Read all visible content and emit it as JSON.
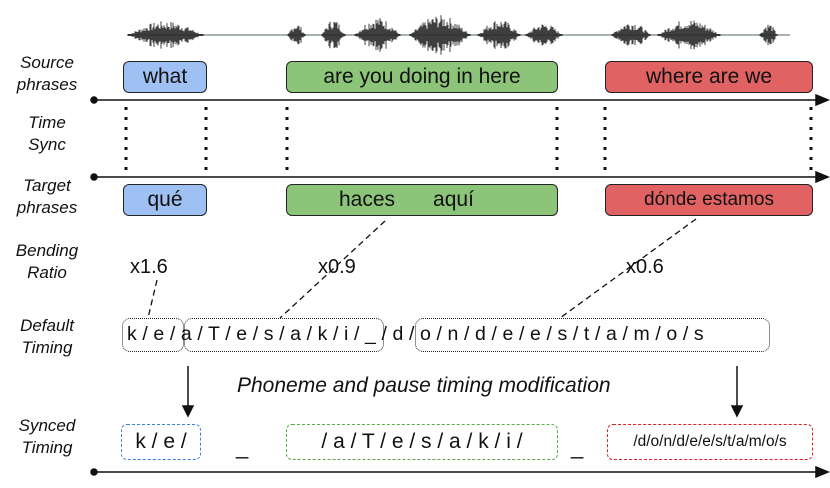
{
  "row_labels": {
    "source": [
      "Source",
      "phrases"
    ],
    "time_sync": [
      "Time",
      "Sync"
    ],
    "target": [
      "Target",
      "phrases"
    ],
    "bending": [
      "Bending",
      "Ratio"
    ],
    "default": [
      "Default",
      "Timing"
    ],
    "synced": [
      "Synced",
      "Timing"
    ]
  },
  "source_phrases": [
    "what",
    "are you doing in here",
    "where are we"
  ],
  "target_phrases": {
    "first": "qué",
    "second_a": "haces",
    "second_b": "aquí",
    "third": "dónde estamos"
  },
  "bending_ratios": [
    "x1.6",
    "x0.9",
    "x0.6"
  ],
  "default_timing": {
    "line": "k / e / a / T / e / s / a / k / i / _ / d / o / n / d / e / e / s / t / a / m / o / s"
  },
  "modification_label": "Phoneme and pause timing modification",
  "synced_timing": {
    "first": "k / e /",
    "pause1": "_",
    "second": "/ a / T / e / s / a /  k / i /",
    "pause2": "_",
    "third": "/d/o/n/d/e/e/s/t/a/m/o/s"
  },
  "colors": {
    "blue": "#9fc0f2",
    "green": "#8cc57a",
    "red": "#e06262",
    "dash_blue": "#3b7fe0",
    "dash_green": "#5aaa48",
    "dash_red": "#e02020"
  }
}
